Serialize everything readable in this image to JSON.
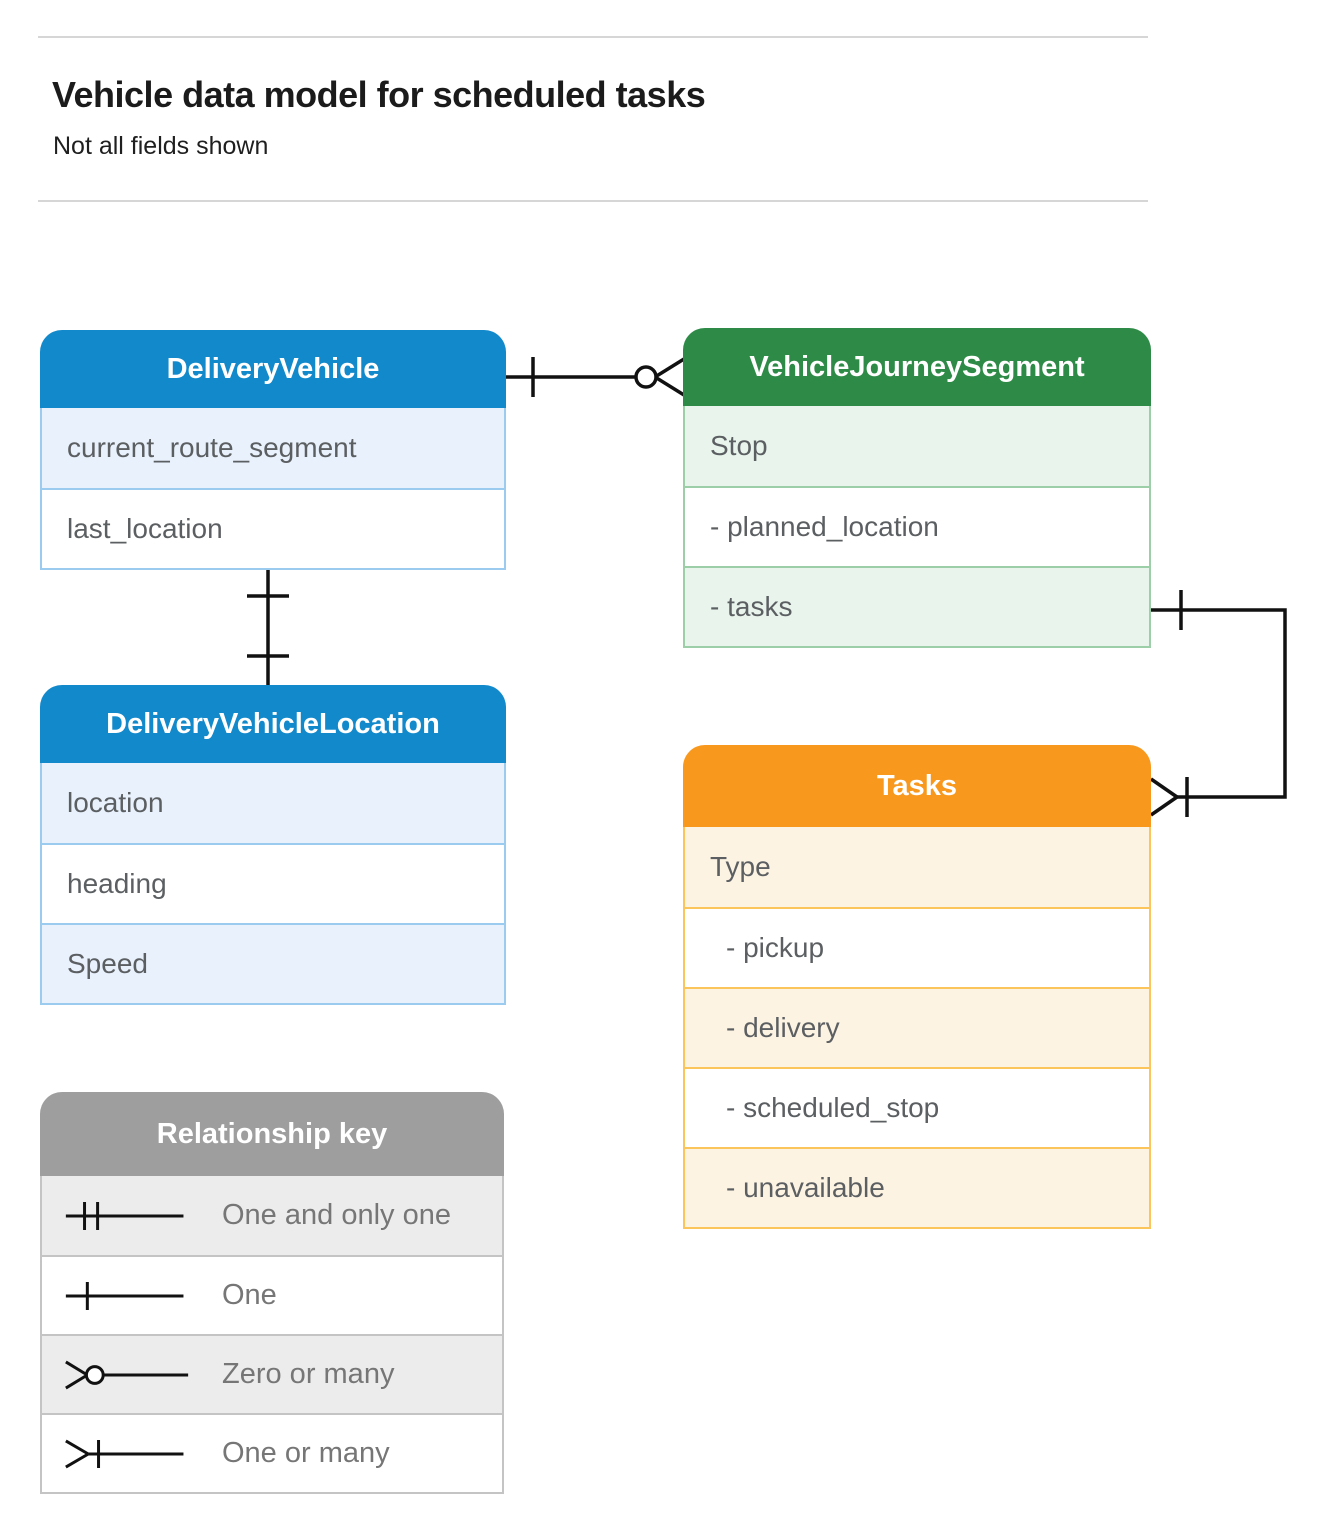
{
  "header": {
    "title": "Vehicle data model for scheduled tasks",
    "subtitle": "Not all fields shown"
  },
  "entities": {
    "delivery_vehicle": {
      "title": "DeliveryVehicle",
      "rows": [
        {
          "label": "current_route_segment"
        },
        {
          "label": "last_location"
        }
      ]
    },
    "vehicle_journey_segment": {
      "title": "VehicleJourneySegment",
      "rows": [
        {
          "label": "Stop"
        },
        {
          "label": "- planned_location"
        },
        {
          "label": "- tasks"
        }
      ]
    },
    "delivery_vehicle_location": {
      "title": "DeliveryVehicleLocation",
      "rows": [
        {
          "label": "location"
        },
        {
          "label": "heading"
        },
        {
          "label": "Speed"
        }
      ]
    },
    "tasks": {
      "title": "Tasks",
      "rows": [
        {
          "label": "Type"
        },
        {
          "label": "- pickup"
        },
        {
          "label": "- delivery"
        },
        {
          "label": "- scheduled_stop"
        },
        {
          "label": "- unavailable"
        }
      ]
    }
  },
  "relationships": [
    {
      "from": "DeliveryVehicle",
      "to": "VehicleJourneySegment",
      "from_end": "one",
      "to_end": "zero-or-many"
    },
    {
      "from": "DeliveryVehicle",
      "to": "DeliveryVehicleLocation",
      "from_end": "one",
      "to_end": "one"
    },
    {
      "from": "VehicleJourneySegment.tasks",
      "to": "Tasks",
      "from_end": "one",
      "to_end": "one-or-many"
    }
  ],
  "legend": {
    "title": "Relationship key",
    "items": [
      {
        "symbol": "one-and-only-one",
        "label": "One and only one"
      },
      {
        "symbol": "one",
        "label": "One"
      },
      {
        "symbol": "zero-or-many",
        "label": "Zero or many"
      },
      {
        "symbol": "one-or-many",
        "label": "One or many"
      }
    ]
  },
  "colors": {
    "blue_header": "#1289CB",
    "blue_tint": "#E8F1FC",
    "blue_border": "#9CCBF0",
    "green_header": "#2E8B47",
    "green_tint": "#E8F4EC",
    "green_border": "#9CCFA8",
    "orange_header": "#F8981D",
    "orange_tint": "#FDF3E3",
    "orange_border": "#FBC55C",
    "gray_header": "#9E9E9E",
    "gray_tint": "#ECECEC",
    "gray_border": "#C4C4C4",
    "row_text": "#5C5F62",
    "connector": "#111111"
  }
}
